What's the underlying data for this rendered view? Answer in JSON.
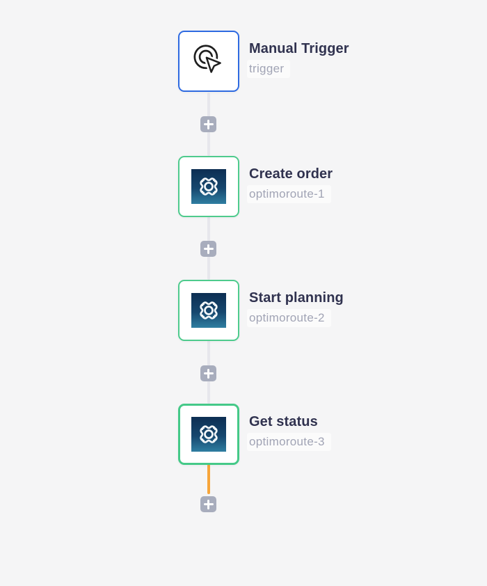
{
  "app": {
    "name": "workflow-editor-canvas",
    "description": "vertical workflow of four connected nodes"
  },
  "colors": {
    "canvas_bg": "#f5f5f6",
    "node_bg": "#ffffff",
    "trigger_border": "#2e6ae1",
    "action_border": "#4ecb8d",
    "selected_border": "#45c988",
    "connector": "#e7e7ec",
    "connector_active": "#f7a53a",
    "add_button_bg": "#a8adbd",
    "title_text": "#30324f",
    "subtitle_text": "#a1a4b5",
    "optimoroute_tile_gradient_top": "#0d2e52",
    "optimoroute_tile_gradient_bottom": "#2f7ea1"
  },
  "workflow": {
    "nodes": [
      {
        "title": "Manual Trigger",
        "subtitle": "trigger",
        "icon": "cursor-click-icon",
        "type": "trigger",
        "selected": false
      },
      {
        "title": "Create order",
        "subtitle": "optimoroute-1",
        "icon": "optimoroute-logo-icon",
        "type": "action",
        "selected": false
      },
      {
        "title": "Start planning",
        "subtitle": "optimoroute-2",
        "icon": "optimoroute-logo-icon",
        "type": "action",
        "selected": false
      },
      {
        "title": "Get status",
        "subtitle": "optimoroute-3",
        "icon": "optimoroute-logo-icon",
        "type": "action",
        "selected": true
      }
    ],
    "connectors": [
      {
        "from": 0,
        "to": 1,
        "state": "default"
      },
      {
        "from": 1,
        "to": 2,
        "state": "default"
      },
      {
        "from": 2,
        "to": 3,
        "state": "default"
      },
      {
        "from": 3,
        "to": null,
        "state": "active"
      }
    ],
    "add_buttons": {
      "count": 4,
      "icon": "plus-icon"
    }
  }
}
